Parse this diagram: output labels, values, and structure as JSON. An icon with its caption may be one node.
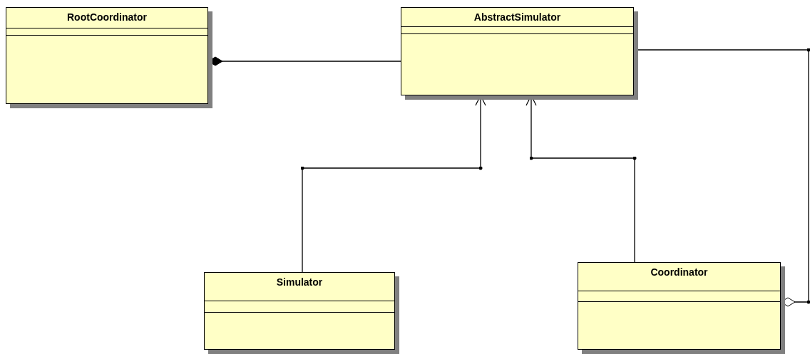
{
  "diagram": {
    "nodes": [
      {
        "text": [
          "RootCoordinator"
        ]
      },
      {
        "text": [
          "AbstractSimulator"
        ]
      },
      {
        "text": [
          "Simulator"
        ]
      },
      {
        "text": [
          "Coordinator"
        ]
      }
    ],
    "edges": [
      {
        "from": 0,
        "to": 1,
        "arrow": "other"
      },
      {
        "from": 2,
        "to": 1,
        "arrow": "to"
      },
      {
        "from": 3,
        "to": 1,
        "arrow": "to"
      },
      {
        "from": 1,
        "to": 3,
        "arrow": "other"
      }
    ]
  }
}
